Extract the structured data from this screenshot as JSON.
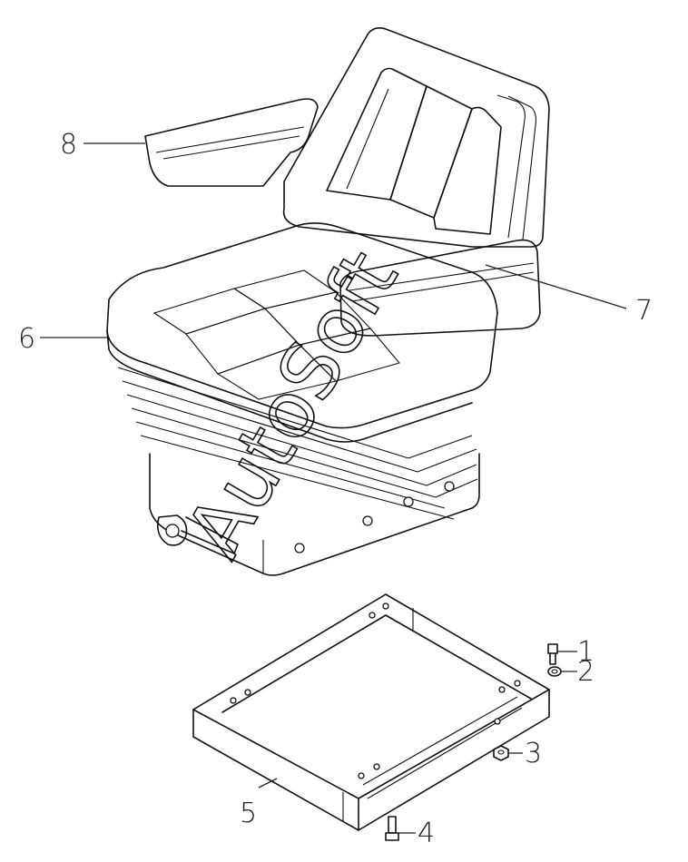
{
  "diagram": {
    "type": "exploded parts diagram",
    "subject": "tractor seat assembly with mounting frame",
    "watermark": "AutoSoft",
    "callouts": [
      {
        "id": "1",
        "part": "bolt"
      },
      {
        "id": "2",
        "part": "washer"
      },
      {
        "id": "3",
        "part": "nut"
      },
      {
        "id": "4",
        "part": "bolt"
      },
      {
        "id": "5",
        "part": "seat mounting frame"
      },
      {
        "id": "6",
        "part": "seat"
      },
      {
        "id": "7",
        "part": "right armrest"
      },
      {
        "id": "8",
        "part": "left armrest"
      }
    ]
  }
}
